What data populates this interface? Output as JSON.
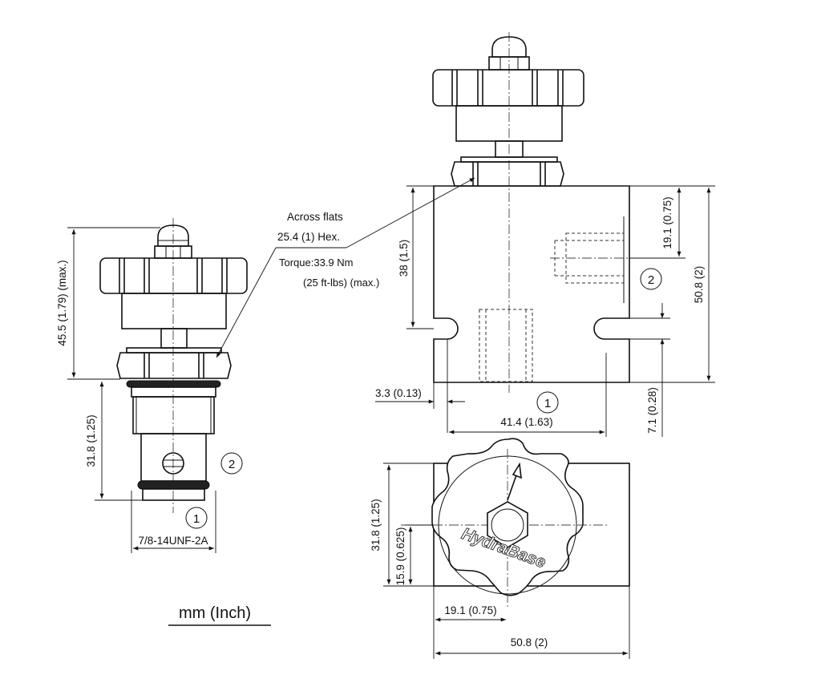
{
  "callout": {
    "across_flats": "Across flats",
    "hex_size": "25.4 (1) Hex.",
    "torque": "Torque:33.9 Nm",
    "torque_ftlbs": "(25 ft-lbs)  (max.)"
  },
  "left_view": {
    "dim_height": "45.5 (1.79)  (max.)",
    "dim_cartridge": "31.8 (1.25)",
    "thread": "7/8-14UNF-2A",
    "port1": "1",
    "port2": "2"
  },
  "front_view": {
    "dim_38": "38  (1.5)",
    "dim_19": "19.1  (0.75)",
    "dim_508_v": "50.8  (2)",
    "dim_33": "3.3  (0.13)",
    "dim_414": "41.4  (1.63)",
    "dim_71": "7.1  (0.28)",
    "port1": "1",
    "port2": "2"
  },
  "top_view": {
    "dim_318": "31.8 (1.25)",
    "dim_159": "15.9 (0.625)",
    "dim_191": "19.1 (0.75)",
    "dim_508": "50.8 (2)",
    "brand": "HydraBase"
  },
  "units": "mm (Inch)"
}
